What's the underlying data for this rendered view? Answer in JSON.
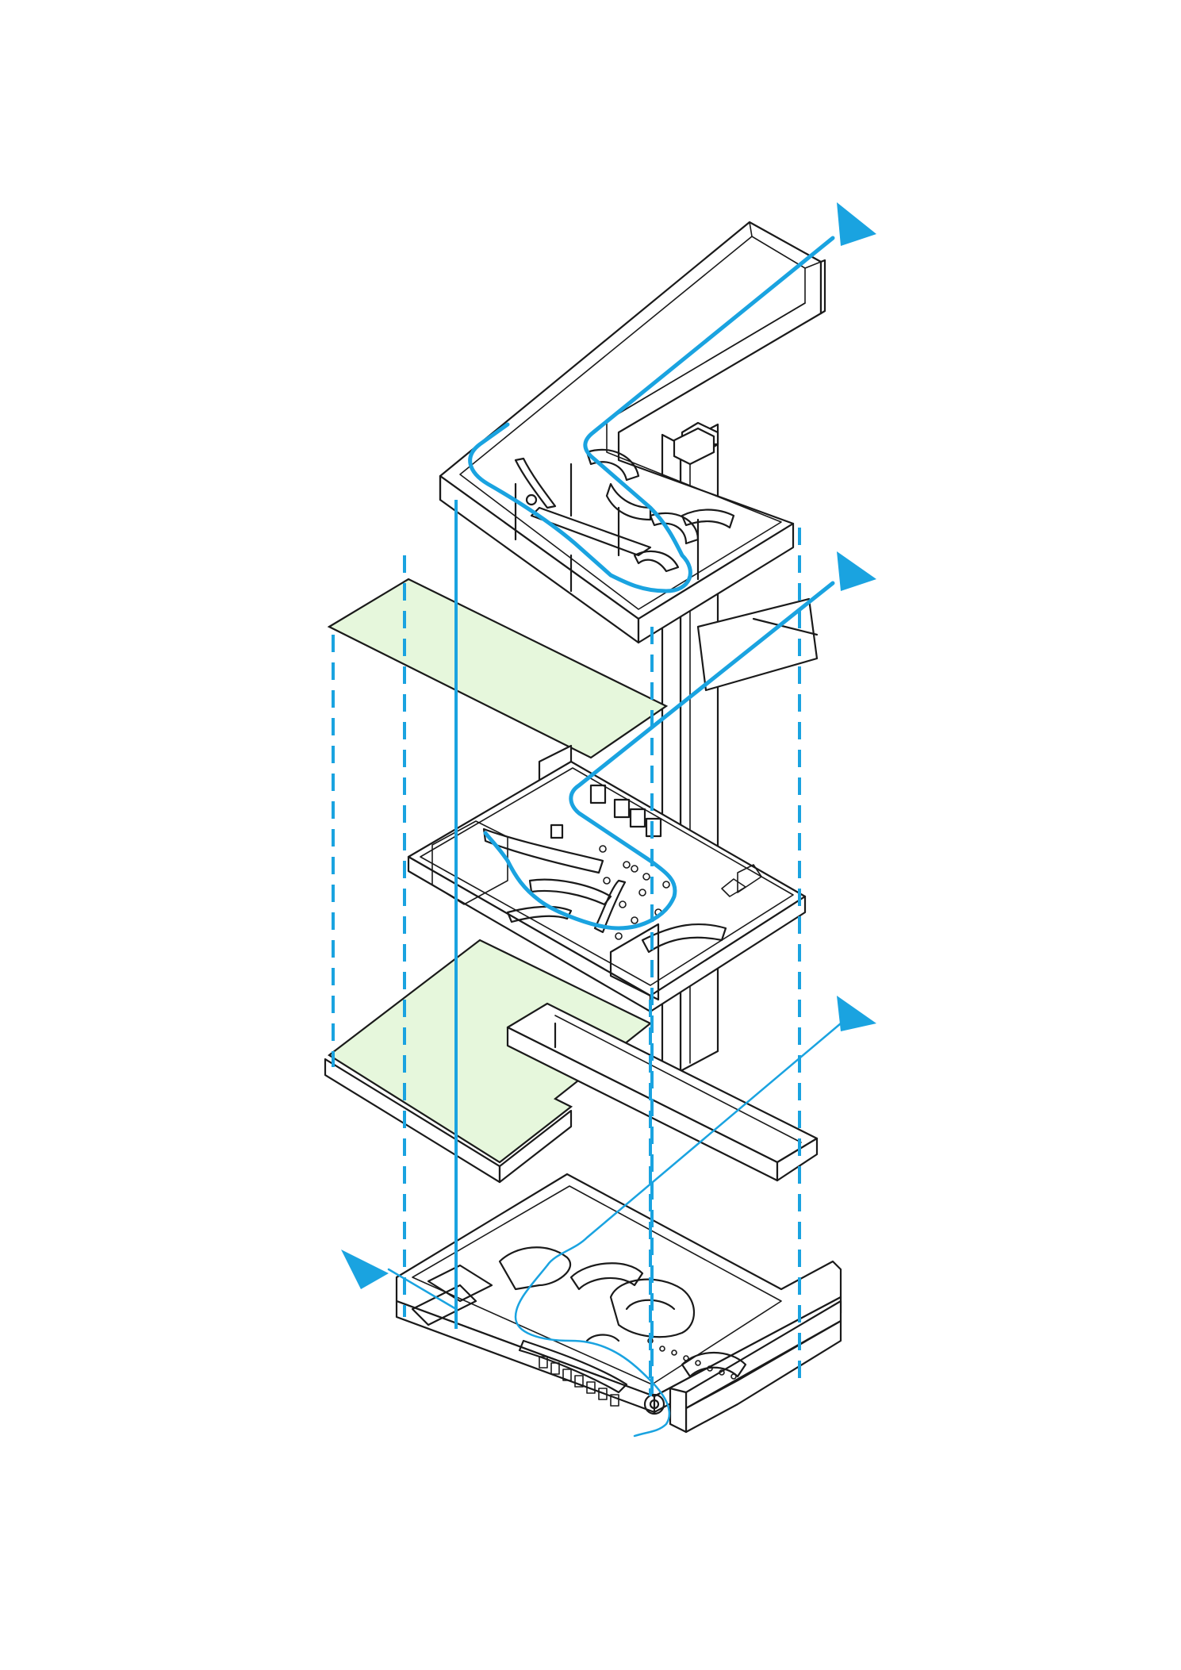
{
  "diagram": {
    "colors": {
      "background": "#ffffff",
      "linework": "#1a1a1a",
      "circulation": "#1aa3e0",
      "green_roof": "#e6f7dc"
    },
    "levels": [
      "top-floor",
      "middle-floor",
      "lower-slab",
      "ground-floor"
    ],
    "icons": [
      "arrow-triangle-icon",
      "arrow-triangle-icon",
      "arrow-triangle-icon",
      "arrow-triangle-icon"
    ]
  }
}
